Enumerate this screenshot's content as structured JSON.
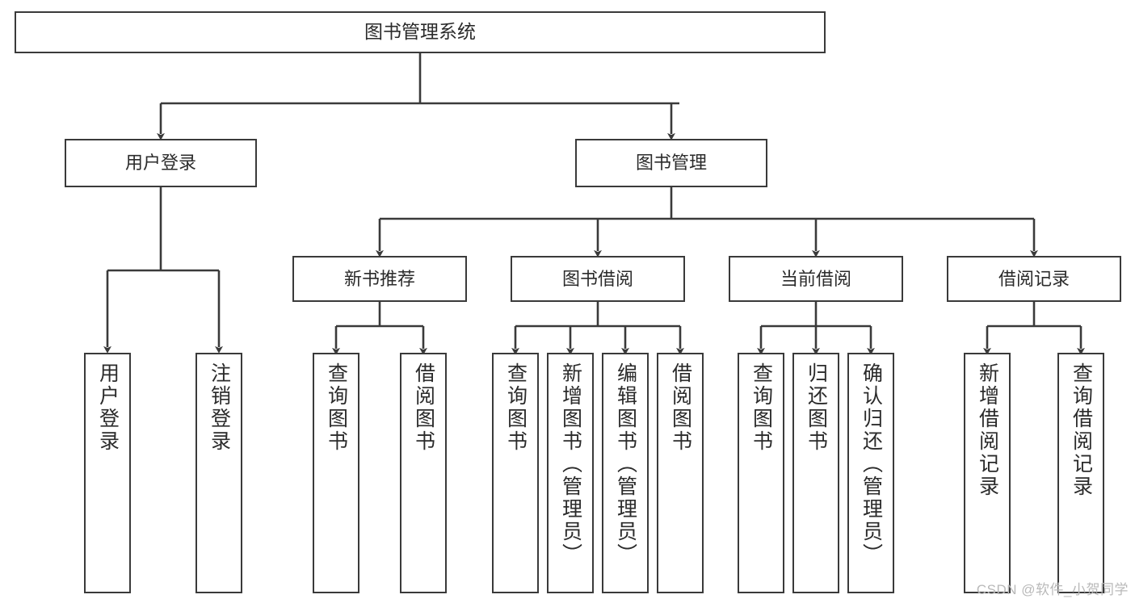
{
  "diagram": {
    "title": "图书管理系统",
    "type": "hierarchy-tree",
    "watermark": "CSDN @软件_小贺同学",
    "colors": {
      "stroke": "#3a3a3a",
      "background": "#ffffff",
      "text": "#2b2b2b",
      "watermark": "#b9b9b9"
    },
    "levels": {
      "root": "图书管理系统",
      "level2": [
        "用户登录",
        "图书管理"
      ],
      "level3": [
        "新书推荐",
        "图书借阅",
        "当前借阅",
        "借阅记录"
      ]
    },
    "nodes": {
      "root": {
        "label": "图书管理系统"
      },
      "user_login": {
        "label": "用户登录"
      },
      "book_manage": {
        "label": "图书管理"
      },
      "new_book_rec": {
        "label": "新书推荐"
      },
      "book_borrow": {
        "label": "图书借阅"
      },
      "current_borrow": {
        "label": "当前借阅"
      },
      "borrow_record": {
        "label": "借阅记录"
      }
    },
    "leaves": {
      "user_login": [
        {
          "label": "用户登录"
        },
        {
          "label": "注销登录"
        }
      ],
      "new_book_rec": [
        {
          "label": "查询图书"
        },
        {
          "label": "借阅图书"
        }
      ],
      "book_borrow": [
        {
          "label": "查询图书"
        },
        {
          "label": "新增图书（管理员）"
        },
        {
          "label": "编辑图书（管理员）"
        },
        {
          "label": "借阅图书"
        }
      ],
      "current_borrow": [
        {
          "label": "查询图书"
        },
        {
          "label": "归还图书"
        },
        {
          "label": "确认归还（管理员）"
        }
      ],
      "borrow_record": [
        {
          "label": "新增借阅记录"
        },
        {
          "label": "查询借阅记录"
        }
      ]
    },
    "edges": [
      {
        "from": "root",
        "to": "user_login"
      },
      {
        "from": "root",
        "to": "book_manage"
      },
      {
        "from": "user_login",
        "to": "用户登录"
      },
      {
        "from": "user_login",
        "to": "注销登录"
      },
      {
        "from": "book_manage",
        "to": "new_book_rec"
      },
      {
        "from": "book_manage",
        "to": "book_borrow"
      },
      {
        "from": "book_manage",
        "to": "current_borrow"
      },
      {
        "from": "book_manage",
        "to": "borrow_record"
      },
      {
        "from": "new_book_rec",
        "to": "查询图书"
      },
      {
        "from": "new_book_rec",
        "to": "借阅图书"
      },
      {
        "from": "book_borrow",
        "to": "查询图书"
      },
      {
        "from": "book_borrow",
        "to": "新增图书（管理员）"
      },
      {
        "from": "book_borrow",
        "to": "编辑图书（管理员）"
      },
      {
        "from": "book_borrow",
        "to": "借阅图书"
      },
      {
        "from": "current_borrow",
        "to": "查询图书"
      },
      {
        "from": "current_borrow",
        "to": "归还图书"
      },
      {
        "from": "current_borrow",
        "to": "确认归还（管理员）"
      },
      {
        "from": "borrow_record",
        "to": "新增借阅记录"
      },
      {
        "from": "borrow_record",
        "to": "查询借阅记录"
      }
    ]
  }
}
